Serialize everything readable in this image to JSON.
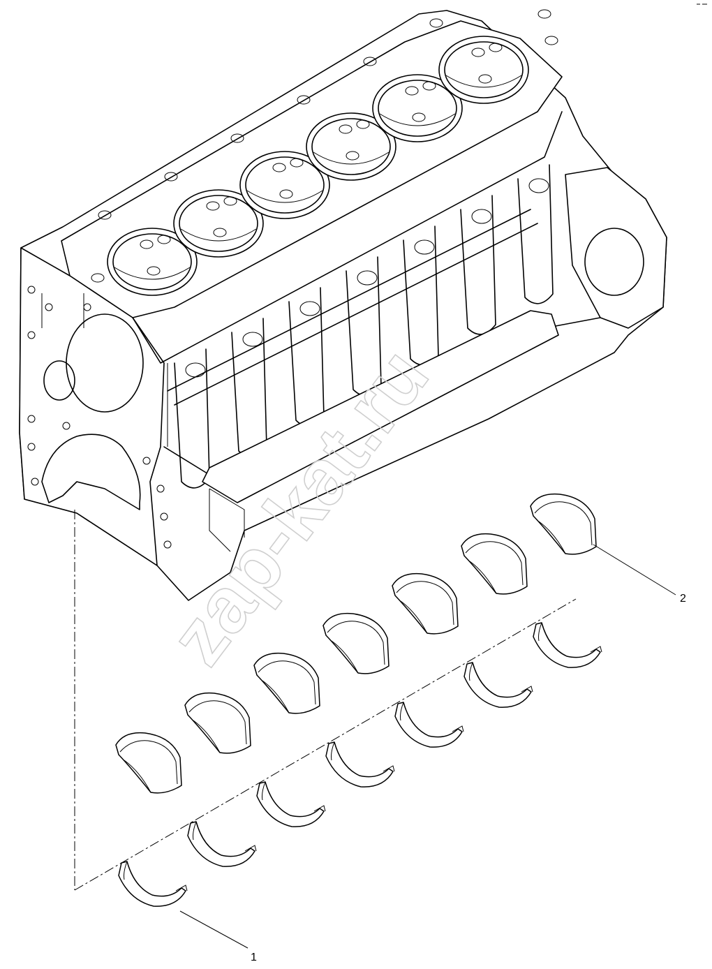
{
  "callouts": [
    {
      "label": "1",
      "part": "lower-bearing-shells"
    },
    {
      "label": "2",
      "part": "upper-bearing-shells"
    }
  ],
  "watermark": "zap-kat.ru",
  "bearing_shells": {
    "upper_count": 7,
    "lower_count": 7
  },
  "cylinder_bore_count": 6,
  "colors": {
    "line": "#000000",
    "background": "#ffffff",
    "watermark": "#cfcfcf"
  }
}
